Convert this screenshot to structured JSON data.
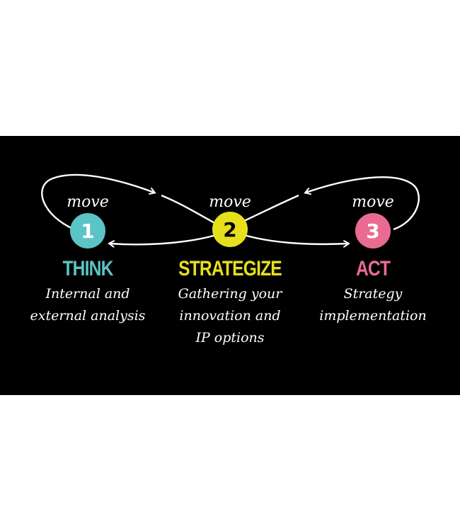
{
  "colors": {
    "background": "#000000",
    "page": "#ffffff",
    "think": "#5bc4c6",
    "strategize": "#e6df1e",
    "act": "#ea6b92",
    "line": "#ffffff"
  },
  "steps": [
    {
      "move_label": "move",
      "number": "1",
      "title": "THINK",
      "desc_lines": [
        "Internal and",
        "external analysis"
      ]
    },
    {
      "move_label": "move",
      "number": "2",
      "title": "STRATEGIZE",
      "desc_lines": [
        "Gathering your",
        "innovation and",
        "IP options"
      ]
    },
    {
      "move_label": "move",
      "number": "3",
      "title": "ACT",
      "desc_lines": [
        "Strategy",
        "implementation"
      ]
    }
  ]
}
